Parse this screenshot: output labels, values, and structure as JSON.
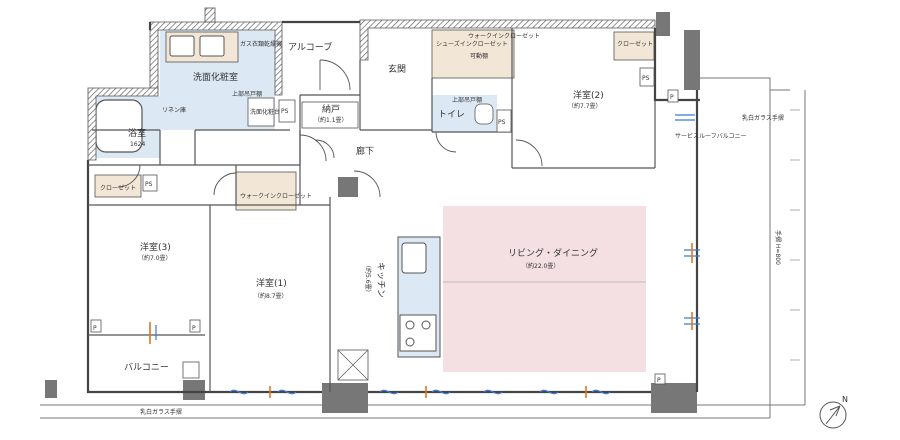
{
  "rooms": {
    "washroom": "洗面化粧室",
    "bath": "浴室",
    "bath_size": "1624",
    "alcove": "アルコーブ",
    "entrance": "玄関",
    "storage": "納戸",
    "storage_size": "（約1.1畳）",
    "toilet": "トイレ",
    "corridor": "廊下",
    "western2": "洋室(2)",
    "western2_size": "（約7.7畳）",
    "western3": "洋室(3)",
    "western3_size": "（約7.0畳）",
    "western1": "洋室(1)",
    "western1_size": "（約8.7畳）",
    "kitchen": "キッチン",
    "kitchen_size": "（約5.6畳）",
    "living": "リビング・ダイニング",
    "living_size": "（約22.0畳）",
    "balcony": "バルコニー",
    "service_balcony": "サービスルーフバルコニー",
    "walkin_closet": "ウォークインクローゼット",
    "shoes_closet": "シューズインクローゼット",
    "shelf": "可動棚",
    "closet": "クローゼット",
    "dryer": "ガス衣類乾燥機",
    "upper_cabinet": "上部吊戸棚",
    "washbasin": "洗面化粧台",
    "linen": "リネン庫",
    "ps": "PS",
    "p": "P",
    "glass_rail": "乳白ガラス手摺",
    "glass_rail_side": "乳白ガラス手摺",
    "railing_height": "手摺 H=800",
    "north": "N"
  },
  "colors": {
    "wall": "#777777",
    "wet_area": "#dce8f4",
    "living_fill": "#f4dfe2",
    "kitchen_fill": "#dce8f4",
    "closet_fill": "#f2e6d6"
  }
}
